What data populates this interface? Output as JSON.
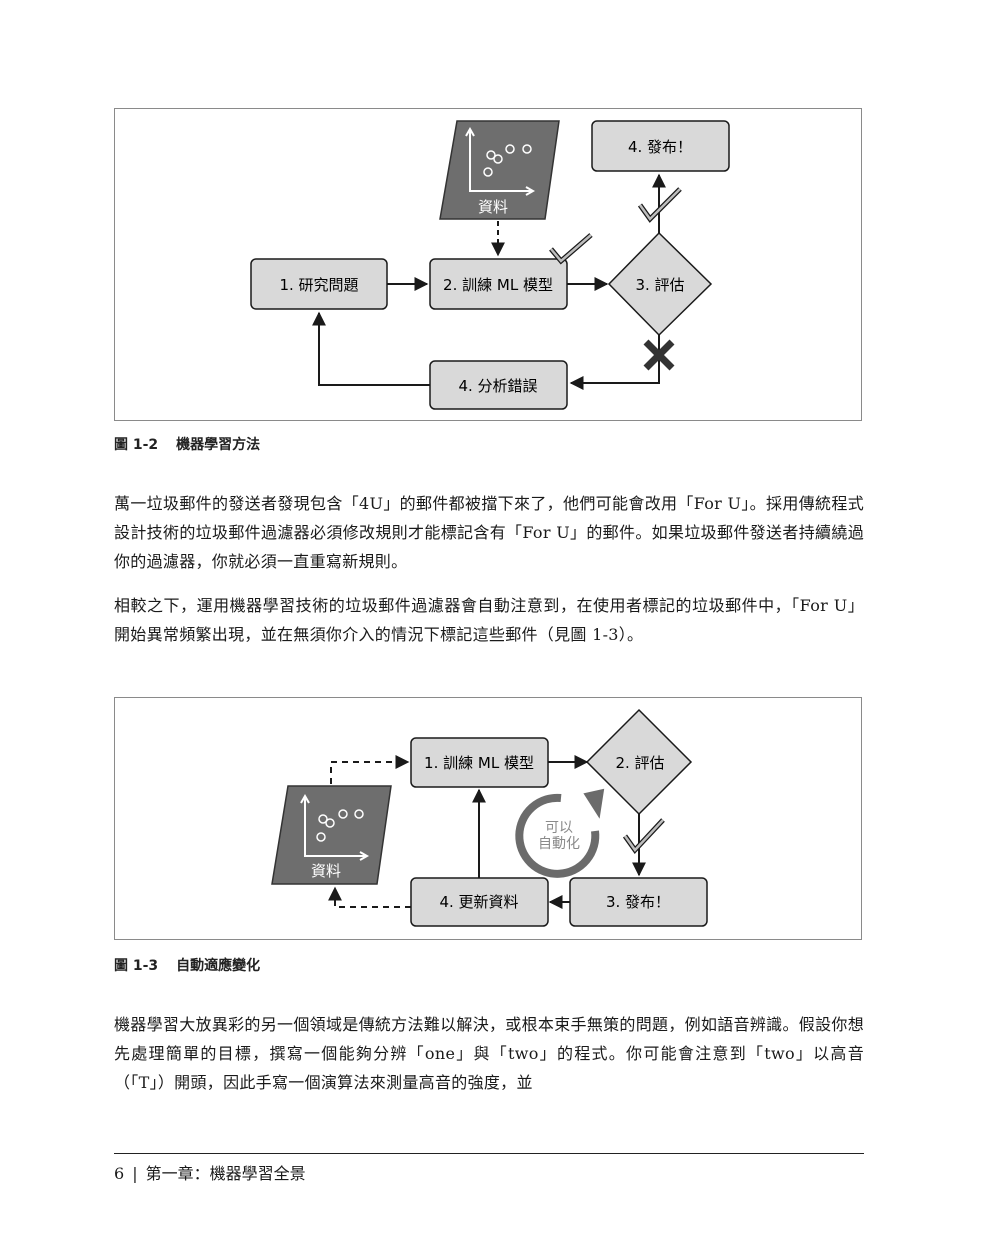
{
  "figure_1_2": {
    "data_label": "資料",
    "box_research": "1. 研究問題",
    "box_train": "2. 訓練 ML 模型",
    "diamond_evaluate": "3. 評估",
    "box_publish": "4. 發布！",
    "box_analyze": "4. 分析錯誤",
    "caption_number": "圖 1-2",
    "caption_title": "機器學習方法"
  },
  "paragraphs": [
    "萬一垃圾郵件的發送者發現包含「4U」的郵件都被擋下來了，他們可能會改用「For U」。採用傳統程式設計技術的垃圾郵件過濾器必須修改規則才能標記含有「For U」的郵件。如果垃圾郵件發送者持續繞過你的過濾器，你就必須一直重寫新規則。",
    "相較之下，運用機器學習技術的垃圾郵件過濾器會自動注意到，在使用者標記的垃圾郵件中，「For U」開始異常頻繁出現，並在無須你介入的情況下標記這些郵件（見圖 1-3）。",
    "機器學習大放異彩的另一個領域是傳統方法難以解決，或根本束手無策的問題，例如語音辨識。假設你想先處理簡單的目標，撰寫一個能夠分辨「one」與「two」的程式。你可能會注意到「two」以高音（「T」）開頭，因此手寫一個演算法來測量高音的強度，並"
  ],
  "figure_1_3": {
    "box_train": "1. 訓練 ML 模型",
    "diamond_evaluate": "2. 評估",
    "box_publish": "3. 發布！",
    "box_update": "4. 更新資料",
    "data_label": "資料",
    "automate_line1": "可以",
    "automate_line2": "自動化",
    "caption_number": "圖 1-3",
    "caption_title": "自動適應變化"
  },
  "footer": {
    "page_number": "6",
    "separator": "|",
    "chapter": "第一章：機器學習全景"
  },
  "colors": {
    "box_fill": "#d9d9d9",
    "data_fill": "#6e6e6e",
    "stroke": "#1a1a1a",
    "automate_arrow": "#6b6b6b"
  }
}
